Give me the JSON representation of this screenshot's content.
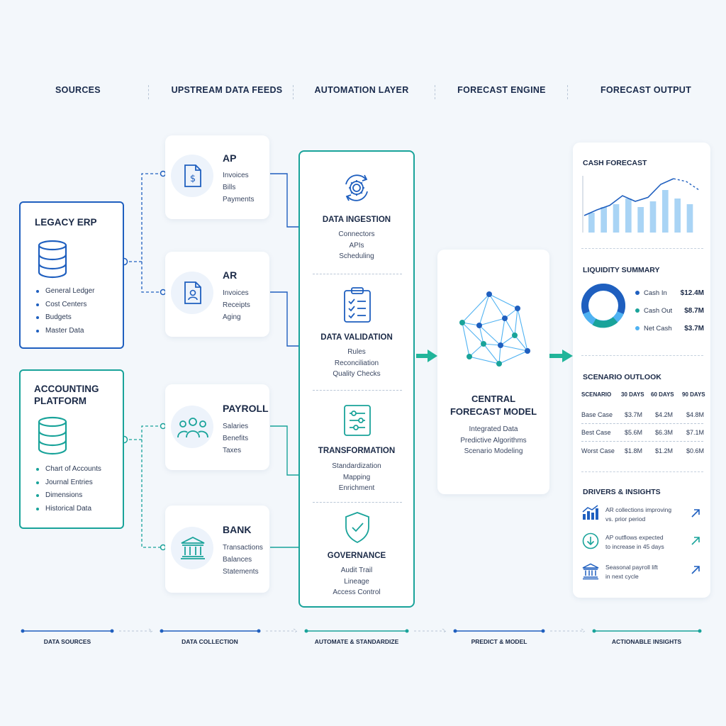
{
  "columns": {
    "sources": "SOURCES",
    "feeds": "UPSTREAM DATA FEEDS",
    "automation": "AUTOMATION LAYER",
    "engine": "FORECAST ENGINE",
    "output": "FORECAST OUTPUT"
  },
  "sources": {
    "legacy": {
      "title": "LEGACY ERP",
      "items": [
        "General Ledger",
        "Cost Centers",
        "Budgets",
        "Master Data"
      ]
    },
    "accounting": {
      "title_line1": "ACCOUNTING",
      "title_line2": "PLATFORM",
      "items": [
        "Chart of Accounts",
        "Journal Entries",
        "Dimensions",
        "Historical Data"
      ]
    }
  },
  "feeds": [
    {
      "title": "AP",
      "items": [
        "Invoices",
        "Bills",
        "Payments"
      ],
      "icon": "dollar-document-icon"
    },
    {
      "title": "AR",
      "items": [
        "Invoices",
        "Receipts",
        "Aging"
      ],
      "icon": "user-document-icon"
    },
    {
      "title": "PAYROLL",
      "items": [
        "Salaries",
        "Benefits",
        "Taxes"
      ],
      "icon": "people-icon"
    },
    {
      "title": "BANK",
      "items": [
        "Transactions",
        "Balances",
        "Statements"
      ],
      "icon": "bank-icon"
    }
  ],
  "automation": [
    {
      "title": "DATA INGESTION",
      "items": [
        "Connectors",
        "APIs",
        "Scheduling"
      ],
      "icon": "gear-cycle-icon"
    },
    {
      "title": "DATA VALIDATION",
      "items": [
        "Rules",
        "Reconciliation",
        "Quality Checks"
      ],
      "icon": "clipboard-check-icon"
    },
    {
      "title": "TRANSFORMATION",
      "items": [
        "Standardization",
        "Mapping",
        "Enrichment"
      ],
      "icon": "sliders-icon"
    },
    {
      "title": "GOVERNANCE",
      "items": [
        "Audit Trail",
        "Lineage",
        "Access Control"
      ],
      "icon": "shield-check-icon"
    }
  ],
  "engine": {
    "title_line1": "CENTRAL",
    "title_line2": "FORECAST MODEL",
    "items": [
      "Integrated Data",
      "Predictive Algorithms",
      "Scenario Modeling"
    ]
  },
  "output": {
    "cash_forecast": {
      "title": "CASH FORECAST",
      "bars": [
        0.35,
        0.45,
        0.5,
        0.6,
        0.45,
        0.55,
        0.75,
        0.6,
        0.5
      ],
      "line": [
        0.3,
        0.4,
        0.48,
        0.65,
        0.55,
        0.62,
        0.85,
        0.95,
        0.9,
        0.75
      ]
    },
    "liquidity": {
      "title": "LIQUIDITY SUMMARY",
      "rows": [
        {
          "label": "Cash In",
          "value": "$12.4M",
          "color": "#1f5fbf"
        },
        {
          "label": "Cash Out",
          "value": "$8.7M",
          "color": "#19a39a"
        },
        {
          "label": "Net Cash",
          "value": "$3.7M",
          "color": "#4fb2f2"
        }
      ]
    },
    "scenario": {
      "title": "SCENARIO OUTLOOK",
      "headers": [
        "SCENARIO",
        "30 DAYS",
        "60 DAYS",
        "90 DAYS"
      ],
      "rows": [
        [
          "Base Case",
          "$3.7M",
          "$4.2M",
          "$4.8M"
        ],
        [
          "Best Case",
          "$5.6M",
          "$6.3M",
          "$7.1M"
        ],
        [
          "Worst Case",
          "$1.8M",
          "$1.2M",
          "$0.6M"
        ]
      ]
    },
    "drivers": {
      "title": "DRIVERS & INSIGHTS",
      "items": [
        {
          "line1": "AR collections improving",
          "line2": "vs. prior period",
          "icon": "bar-trend-icon"
        },
        {
          "line1": "AP outflows expected",
          "line2": "to increase in 45 days",
          "icon": "down-arrow-circle-icon"
        },
        {
          "line1": "Seasonal payroll lift",
          "line2": "in next cycle",
          "icon": "bank-icon"
        }
      ]
    }
  },
  "steps": [
    "DATA SOURCES",
    "DATA COLLECTION",
    "AUTOMATE & STANDARDIZE",
    "PREDICT & MODEL",
    "ACTIONABLE INSIGHTS"
  ],
  "colors": {
    "blue": "#1f5fbf",
    "teal": "#19a39a",
    "light_blue": "#4fb2f2",
    "green_arrow": "#21b59a"
  }
}
